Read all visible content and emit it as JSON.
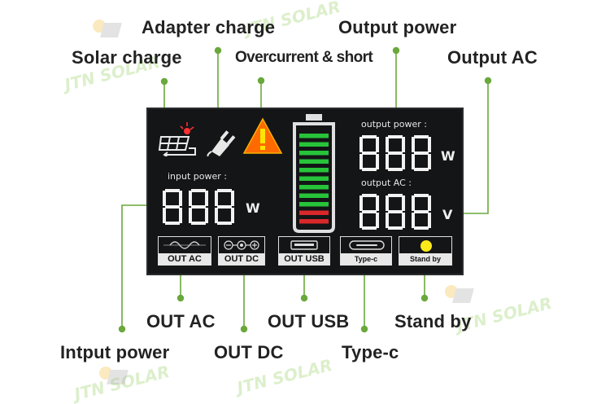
{
  "callouts": {
    "solar_charge": "Solar charge",
    "adapter_charge": "Adapter charge",
    "overcurrent_short": "Overcurrent & short",
    "output_power": "Output power",
    "output_ac": "Output AC",
    "input_power": "Intput power",
    "out_ac": "OUT AC",
    "out_dc": "OUT DC",
    "out_usb": "OUT USB",
    "type_c": "Type-c",
    "stand_by": "Stand by"
  },
  "lcd": {
    "input_power_label": "input power :",
    "input_power_value": "888",
    "input_power_unit": "W",
    "output_power_label": "output power :",
    "output_power_value": "888",
    "output_power_unit": "W",
    "output_ac_label": "output AC :",
    "output_ac_value": "888",
    "output_ac_unit": "V",
    "battery_green_bars": 9,
    "battery_red_bars": 2,
    "ports": {
      "out_ac": "OUT AC",
      "out_dc": "OUT DC",
      "out_usb": "OUT USB",
      "type_c": "Type-c",
      "stand_by": "Stand by"
    }
  },
  "watermark": "JTN SOLAR",
  "colors": {
    "callout_dot": "#6aa83c",
    "callout_text": "#222222",
    "panel_bg": "#141516",
    "battery_green": "#27c43a",
    "battery_red": "#d8282a",
    "warning_orange": "#ff6a00",
    "warning_mark": "#ffe600",
    "standby_dot": "#ffe81a"
  }
}
